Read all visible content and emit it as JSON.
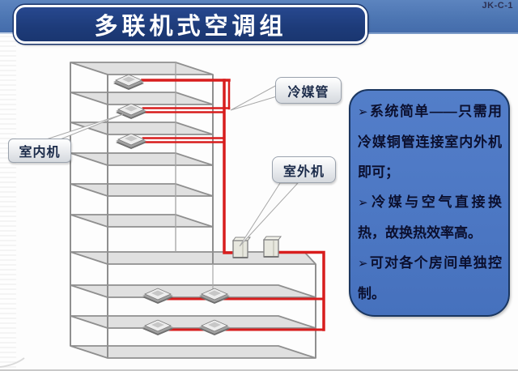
{
  "slide": {
    "code": "JK-C-1",
    "title": "多联机式空调组"
  },
  "callouts": {
    "indoor_unit": "室内机",
    "refrigerant_pipe": "冷媒管",
    "outdoor_unit": "室外机"
  },
  "info_box": {
    "bullet_char": "➢",
    "bullets": [
      "系统简单——只需用冷媒铜管连接室内外机即可；",
      "冷媒与空气直接换热，故换热效率高。",
      "可对各个房间单独控制。"
    ]
  },
  "colors": {
    "header_bar_blue": "#4d76b3",
    "title_plate_navy": "#1d3b79",
    "info_box_blue": "#4d78c4",
    "info_box_border_navy": "#1a3660",
    "pipe_red": "#d81d1d",
    "wireframe_gray": "#8f8f8f",
    "slab_fill_gray": "#e0e0e0"
  }
}
